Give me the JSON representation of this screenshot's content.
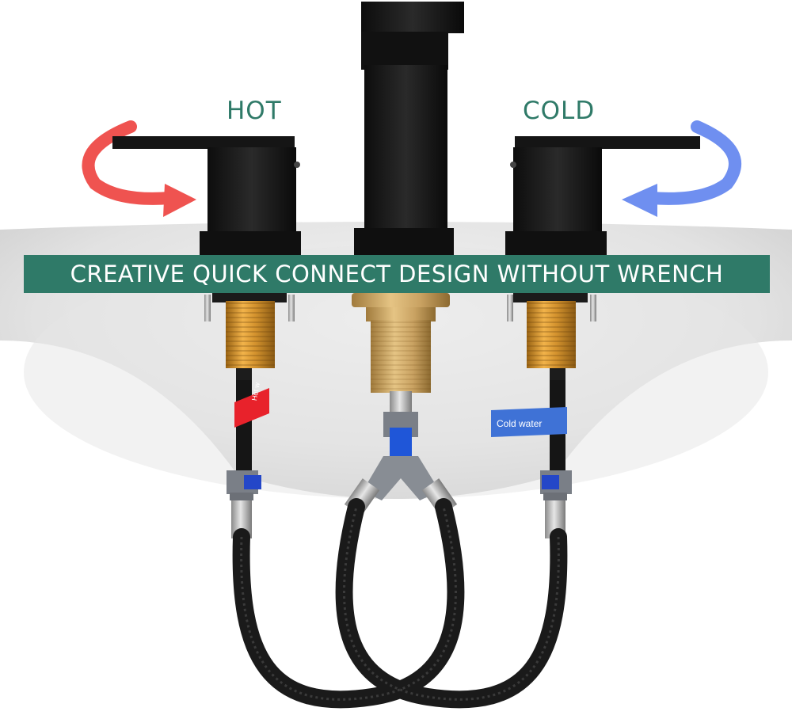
{
  "labels": {
    "hot": "HOT",
    "cold": "COLD"
  },
  "banner": {
    "text": "CREATIVE QUICK CONNECT DESIGN WITHOUT WRENCH"
  },
  "tags": {
    "hot": "Hot w",
    "cold": "Cold water"
  },
  "colors": {
    "banner_bg": "#2f7a68",
    "label_text": "#2f7a68",
    "hot_arrow": "#ef5350",
    "cold_arrow": "#6f8ff0",
    "hot_tag": "#e8222b",
    "cold_tag": "#3f72d6",
    "brass": "#c98a2c",
    "faucet_black": "#141414"
  }
}
